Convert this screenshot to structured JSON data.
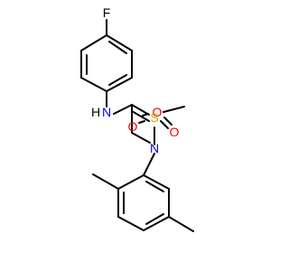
{
  "atoms": {
    "fluorine": {
      "symbol": "F",
      "color": "#000000"
    },
    "amide_nitrogen": {
      "symbol": "N",
      "color": "#0000ff"
    },
    "amide_hydrogen": {
      "symbol": "H",
      "color": "#000000"
    },
    "carbonyl_oxygen": {
      "symbol": "O",
      "color": "#ff0000"
    },
    "sulfonyl_nitrogen": {
      "symbol": "N",
      "color": "#0000ff"
    },
    "sulfur": {
      "symbol": "S",
      "color": "#ccaa00"
    },
    "sulfonyl_oxygen_left": {
      "symbol": "O",
      "color": "#ff0000"
    },
    "sulfonyl_oxygen_bottom": {
      "symbol": "O",
      "color": "#ff0000"
    }
  },
  "colors": {
    "bond": "#000000",
    "background": "#ffffff"
  }
}
